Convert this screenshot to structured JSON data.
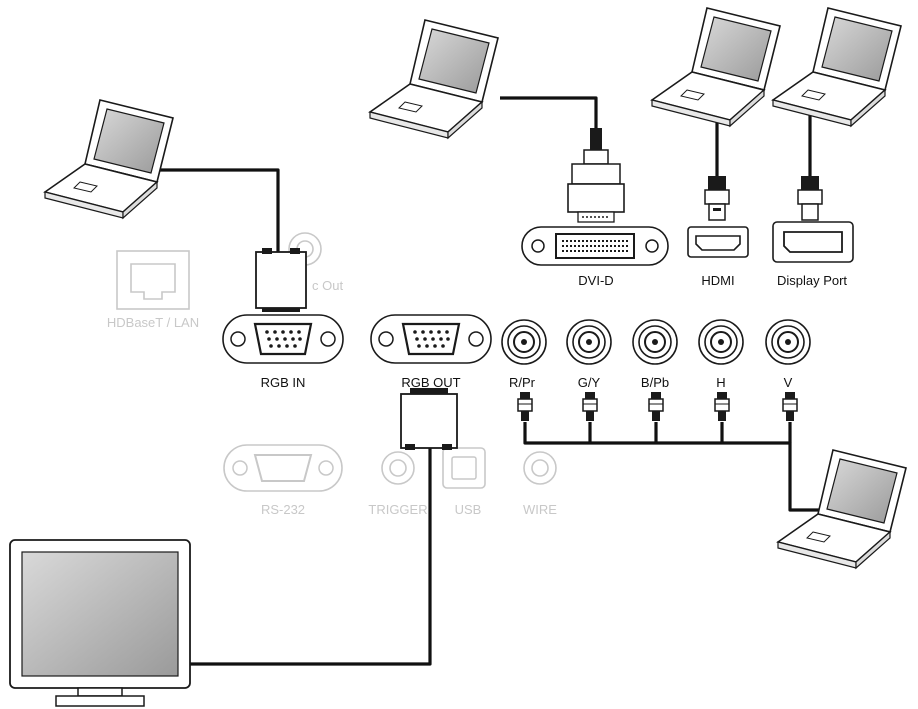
{
  "ports": {
    "hdbaset_lan": "HDBaseT / LAN",
    "audio_out_partial": "c Out",
    "rgb_in": "RGB IN",
    "rgb_out": "RGB OUT",
    "r_pr": "R/Pr",
    "g_y": "G/Y",
    "b_pb": "B/Pb",
    "h": "H",
    "v": "V",
    "dvi_d": "DVI-D",
    "hdmi": "HDMI",
    "display_port": "Display Port",
    "rs232": "RS-232",
    "trigger": "TRIGGER",
    "usb": "USB",
    "wire": "WIRE"
  },
  "colors": {
    "active": "#111111",
    "inactive": "#c8c8c8",
    "screen": "#a9a9a9"
  },
  "icons": {
    "laptop": "laptop-icon",
    "monitor": "monitor-icon"
  }
}
